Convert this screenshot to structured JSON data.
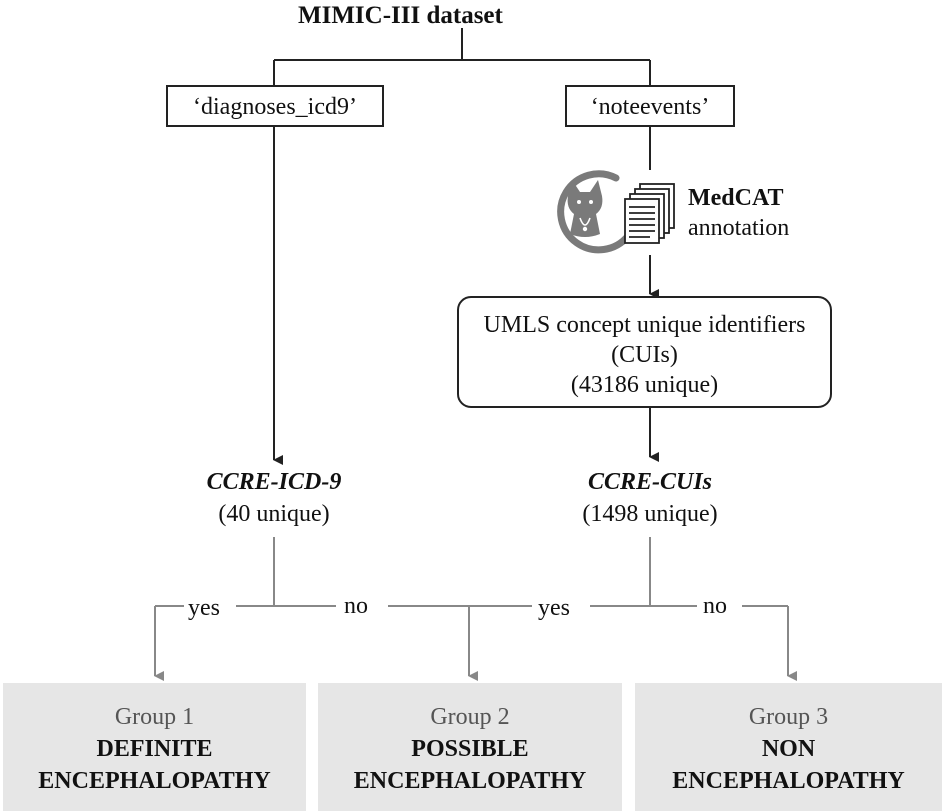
{
  "diagram": {
    "title": "MIMIC-III dataset",
    "sources": {
      "left": "‘diagnoses_icd9’",
      "right": "‘noteevents’"
    },
    "annotation": {
      "tool": "MedCAT",
      "label": "annotation",
      "icons": [
        "medcat-cat-logo-icon",
        "documents-stack-icon"
      ]
    },
    "umls_box": {
      "line1": "UMLS  concept unique identifiers",
      "line2": "(CUIs)",
      "line3": "(43186 unique)"
    },
    "ccre_icd": {
      "name": "CCRE-ICD-9",
      "count": "(40 unique)"
    },
    "ccre_cuis": {
      "name": "CCRE-CUIs",
      "count": "(1498 unique)"
    },
    "branches": {
      "left_yes": "yes",
      "left_no": "no",
      "right_yes": "yes",
      "right_no": "no"
    },
    "groups": [
      {
        "label": "Group 1",
        "line1": "DEFINITE",
        "line2": "ENCEPHALOPATHY"
      },
      {
        "label": "Group 2",
        "line1": "POSSIBLE",
        "line2": "ENCEPHALOPATHY"
      },
      {
        "label": "Group 3",
        "line1": "NON",
        "line2": "ENCEPHALOPATHY"
      }
    ],
    "colors": {
      "line": "#222222",
      "branch_line": "#888888",
      "group_fill": "#e6e6e6",
      "logo_gray": "#7a7a7a"
    }
  }
}
